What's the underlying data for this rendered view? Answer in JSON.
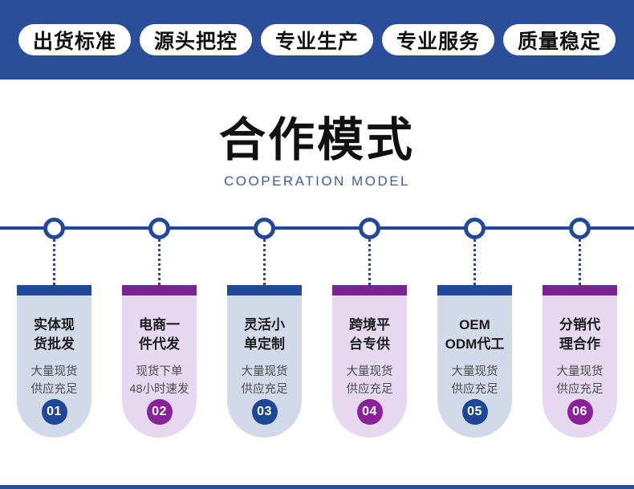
{
  "banner": {
    "pills": [
      "出货标准",
      "源头把控",
      "专业生产",
      "专业服务",
      "质量稳定"
    ]
  },
  "header": {
    "title": "合作模式",
    "subtitle": "COOPERATION MODEL"
  },
  "cards": [
    {
      "theme": "blue",
      "title_line1": "实体现",
      "title_line2": "货批发",
      "desc_line1": "大量现货",
      "desc_line2": "供应充足",
      "number": "01"
    },
    {
      "theme": "purple",
      "title_line1": "电商一",
      "title_line2": "件代发",
      "desc_line1": "现货下单",
      "desc_line2": "48小时速发",
      "number": "02"
    },
    {
      "theme": "blue",
      "title_line1": "灵活小",
      "title_line2": "单定制",
      "desc_line1": "大量现货",
      "desc_line2": "供应充足",
      "number": "03"
    },
    {
      "theme": "purple",
      "title_line1": "跨境平",
      "title_line2": "台专供",
      "desc_line1": "大量现货",
      "desc_line2": "供应充足",
      "number": "04"
    },
    {
      "theme": "blue",
      "title_line1": "OEM",
      "title_line2": "ODM代工",
      "desc_line1": "大量现货",
      "desc_line2": "供应充足",
      "number": "05"
    },
    {
      "theme": "purple",
      "title_line1": "分销代",
      "title_line2": "理合作",
      "desc_line1": "大量现货",
      "desc_line2": "供应充足",
      "number": "06"
    }
  ],
  "colors": {
    "banner_bg": "#2b4e9b",
    "timeline_blue": "#21489b",
    "card_blue_dark": "#1e4796",
    "card_purple_dark": "#7d2296",
    "card_blue_light": "#d2daea",
    "card_purple_light": "#e5d8f0",
    "subtitle_blue": "#3a5ba9"
  }
}
